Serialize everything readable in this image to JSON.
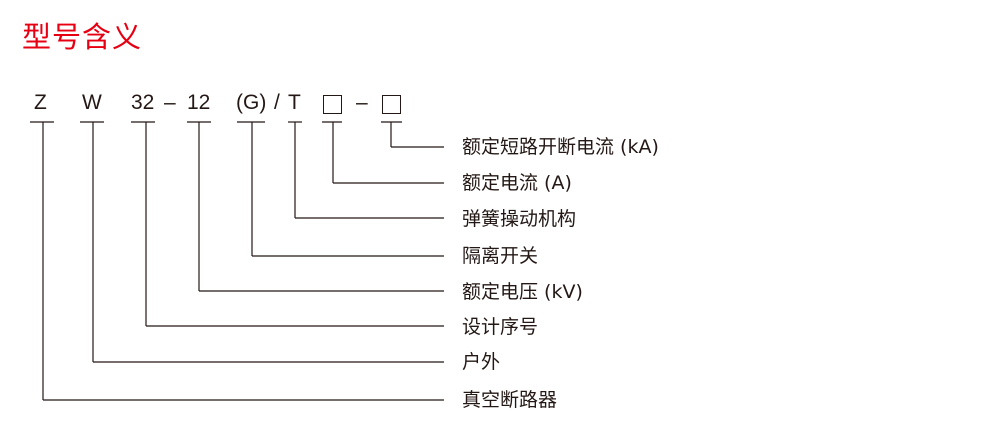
{
  "title": "型号含义",
  "code_parts": [
    "Z",
    "W",
    "32",
    "–",
    "12",
    "(G)",
    "/",
    "T",
    "□",
    "–",
    "□"
  ],
  "meanings": [
    "额定短路开断电流 (kA)",
    "额定电流 (A)",
    "弹簧操动机构",
    "隔离开关",
    "额定电压 (kV)",
    "设计序号",
    "户外",
    "真空断路器"
  ],
  "colors": {
    "title": "#e60012",
    "text": "#231815"
  }
}
